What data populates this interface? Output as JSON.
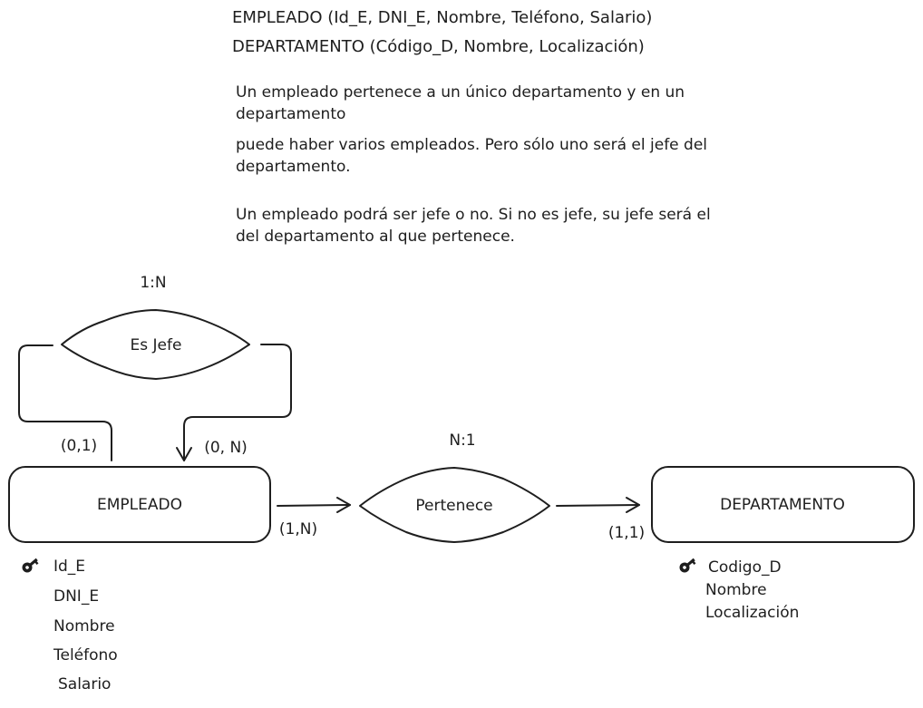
{
  "schema": {
    "empleado": "EMPLEADO (Id_E, DNI_E, Nombre, Teléfono, Salario)",
    "departamento": "DEPARTAMENTO (Código_D, Nombre, Localización)"
  },
  "description": {
    "p1_line1": "Un empleado pertenece a un único departamento y en un",
    "p1_line2": "departamento",
    "p2_line1": "puede haber varios empleados. Pero sólo uno será el jefe del",
    "p2_line2": "departamento.",
    "p3_line1": "Un empleado podrá ser jefe o no. Si no es jefe, su jefe será el",
    "p3_line2": "del departamento al que pertenece."
  },
  "diagram": {
    "entities": {
      "empleado": "EMPLEADO",
      "departamento": "DEPARTAMENTO"
    },
    "relationships": {
      "es_jefe": {
        "name": "Es Jefe",
        "cardinality": "1:N",
        "left": "(0,1)",
        "right": "(0, N)"
      },
      "pertenece": {
        "name": "Pertenece",
        "cardinality": "N:1",
        "left": "(1,N)",
        "right": "(1,1)"
      }
    },
    "attributes": {
      "empleado": [
        "Id_E",
        "DNI_E",
        "Nombre",
        "Teléfono",
        "Salario"
      ],
      "departamento": [
        "Codigo_D",
        "Nombre",
        "Localización"
      ]
    },
    "icons": {
      "primary_key": "key-icon"
    }
  }
}
